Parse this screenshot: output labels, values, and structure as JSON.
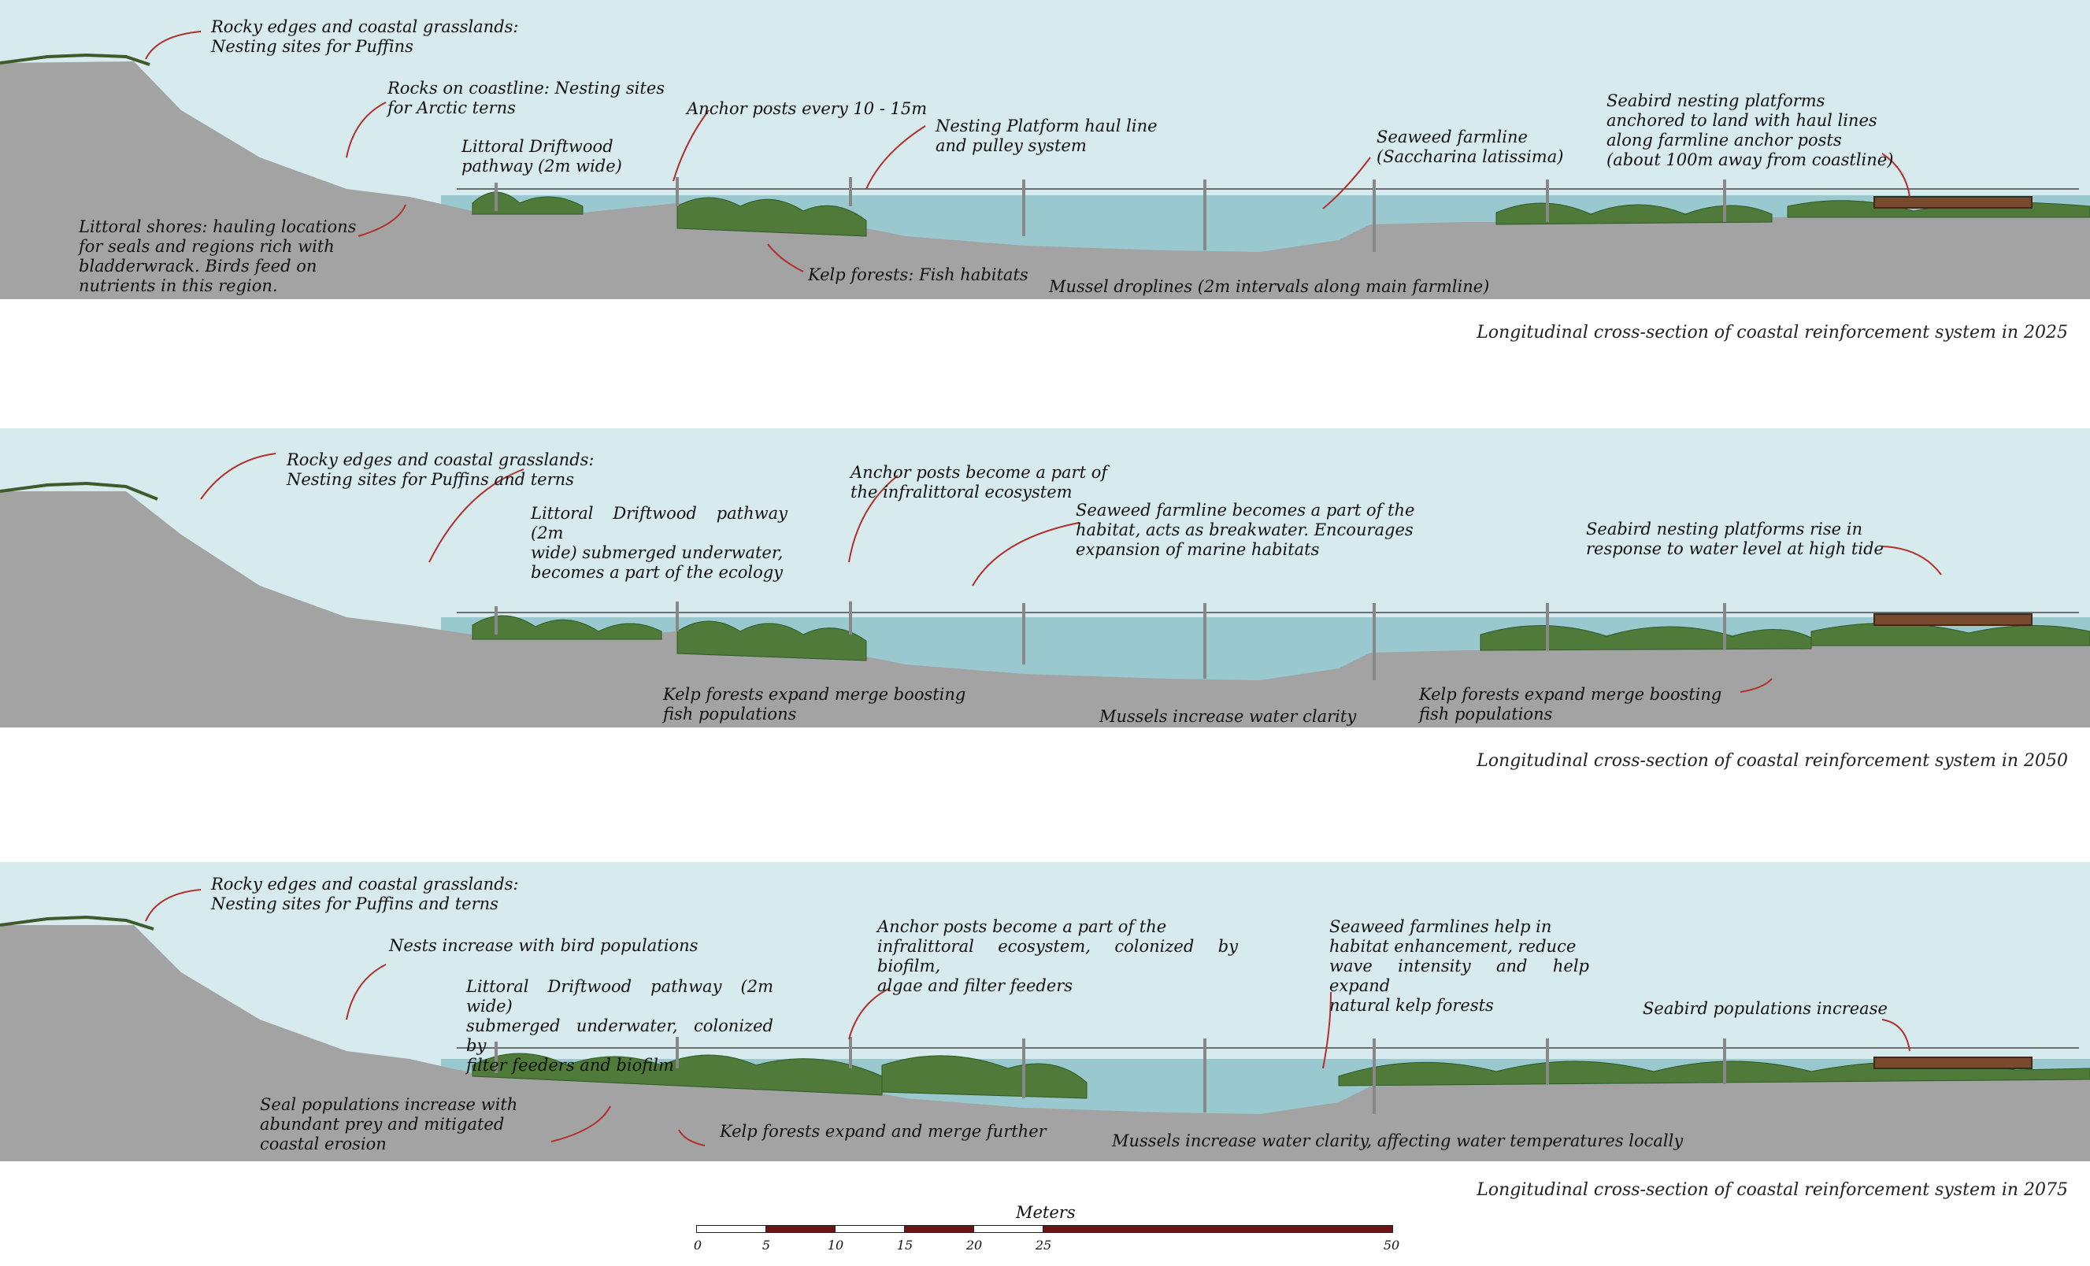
{
  "panels": [
    {
      "year": "2025",
      "caption": "Longitudinal cross-section of coastal reinforcement system in 2025",
      "annotations": [
        {
          "text": "Rocky edges and coastal grasslands:\nNesting sites for Puffins"
        },
        {
          "text": "Rocks on coastline: Nesting sites\nfor Arctic terns"
        },
        {
          "text": "Littoral Driftwood\npathway (2m wide)"
        },
        {
          "text": "Anchor posts every 10 - 15m"
        },
        {
          "text": "Nesting Platform haul line\nand pulley system"
        },
        {
          "text": "Seaweed farmline\n(Saccharina latissima)"
        },
        {
          "text": "Seabird nesting platforms\nanchored to land with haul lines\nalong farmline anchor posts\n(about 100m away from coastline)"
        },
        {
          "text": "Littoral shores: hauling locations\nfor seals and regions rich with\nbladderwrack. Birds feed on\nnutrients in this region."
        },
        {
          "text": "Kelp forests: Fish habitats"
        },
        {
          "text": "Mussel droplines (2m intervals along main farmline)"
        }
      ]
    },
    {
      "year": "2050",
      "caption": "Longitudinal cross-section of coastal reinforcement system in 2050",
      "annotations": [
        {
          "text": "Rocky edges and coastal grasslands:\nNesting sites for Puffins and terns"
        },
        {
          "text": "Littoral Driftwood pathway (2m\nwide) submerged underwater,\nbecomes a part of the ecology"
        },
        {
          "text": "Anchor posts become a part of\nthe infralittoral ecosystem"
        },
        {
          "text": "Seaweed farmline becomes a part of the\nhabitat, acts as breakwater. Encourages\nexpansion of marine habitats"
        },
        {
          "text": "Seabird nesting platforms rise in\nresponse to water level at high tide"
        },
        {
          "text": "Kelp forests expand merge boosting\nfish populations"
        },
        {
          "text": "Mussels increase water clarity"
        },
        {
          "text": "Kelp forests expand merge boosting\nfish populations"
        }
      ]
    },
    {
      "year": "2075",
      "caption": "Longitudinal cross-section of coastal reinforcement system in 2075",
      "annotations": [
        {
          "text": "Rocky edges and coastal grasslands:\nNesting sites for Puffins and terns"
        },
        {
          "text": "Nests increase with bird populations"
        },
        {
          "text": "Littoral Driftwood pathway (2m wide)\nsubmerged underwater, colonized by\nfilter feeders and biofilm"
        },
        {
          "text": "Anchor posts become a part of the\ninfralittoral ecosystem, colonized by biofilm,\nalgae and filter feeders"
        },
        {
          "text": "Seaweed farmlines help in\nhabitat enhancement, reduce\nwave intensity and help expand\nnatural kelp forests"
        },
        {
          "text": "Seabird populations increase"
        },
        {
          "text": "Seal populations increase with\nabundant prey and mitigated\ncoastal erosion"
        },
        {
          "text": "Kelp forests expand and merge further"
        },
        {
          "text": "Mussels increase water clarity, affecting water temperatures locally"
        }
      ]
    }
  ],
  "scale_bar": {
    "title": "Meters",
    "ticks": [
      "0",
      "5",
      "10",
      "15",
      "20",
      "25",
      "50"
    ]
  },
  "colors": {
    "sky": "#d7eaee",
    "ground": "#a3a3a3",
    "water": "#8fc2c9",
    "kelp": "#4f7a39",
    "kelp_dark": "#2f5a26",
    "arrow": "#b0302c",
    "scale_dark": "#6b1414"
  }
}
